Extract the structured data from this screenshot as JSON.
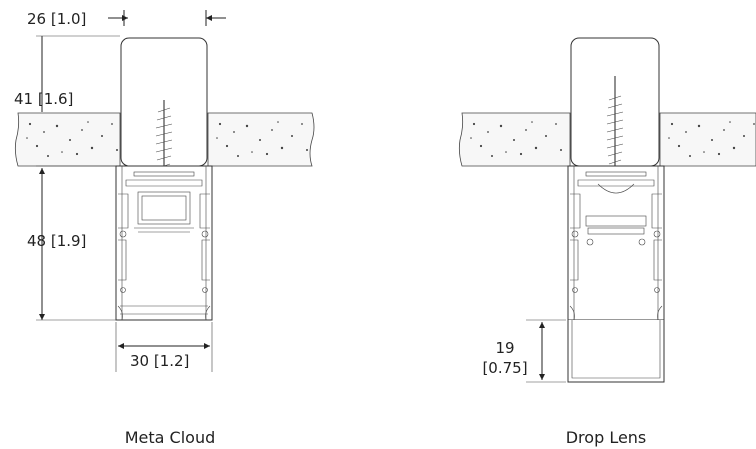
{
  "figures": [
    {
      "caption": "Meta Cloud",
      "dimensions": {
        "top_width": "26 [1.0]",
        "ceiling_thickness": "41 [1.6]",
        "housing_depth": "48 [1.9]",
        "housing_width": "30 [1.2]"
      }
    },
    {
      "caption": "Drop Lens",
      "dimensions": {
        "lens_drop_value": "19",
        "lens_drop_inch": "[0.75]"
      }
    }
  ],
  "colors": {
    "line": "#222222",
    "background": "#ffffff"
  }
}
